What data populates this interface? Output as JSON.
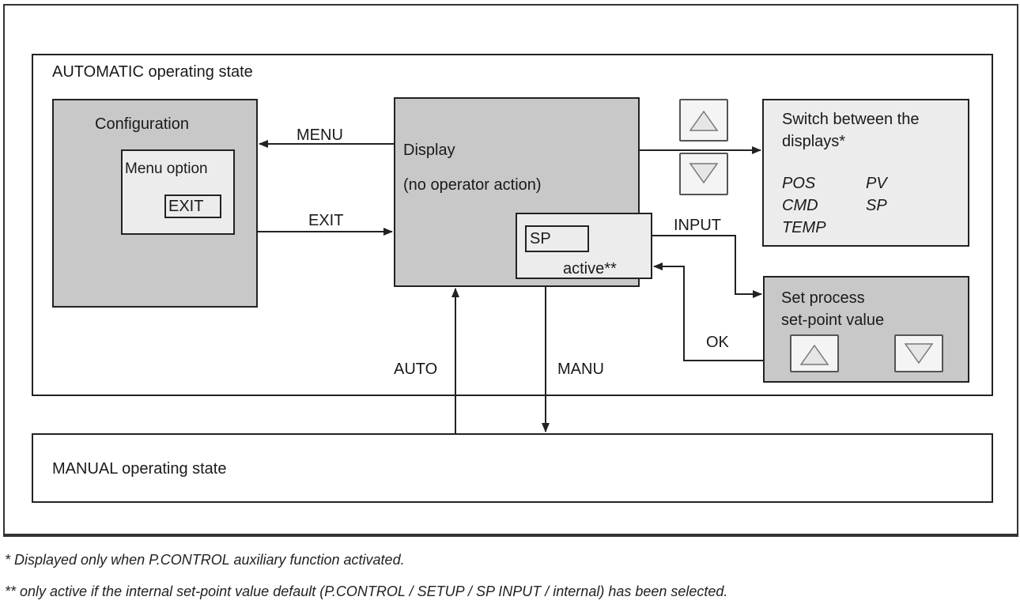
{
  "auto_state": {
    "title": "AUTOMATIC operating state"
  },
  "manual_state": {
    "title": "MANUAL operating state"
  },
  "configuration": {
    "title": "Configuration",
    "menu_option": "Menu option",
    "exit_key": "EXIT"
  },
  "display": {
    "title": "Display",
    "subtitle": "(no operator action)",
    "sp_key": "SP",
    "sp_active": "active**"
  },
  "switch_displays": {
    "title": "Switch between the",
    "title_line2": "displays*",
    "options": [
      "POS",
      "PV",
      "CMD",
      "SP",
      "TEMP"
    ]
  },
  "set_point": {
    "title": "Set process",
    "title_line2": "set-point value"
  },
  "arrows": {
    "menu": "MENU",
    "exit": "EXIT",
    "input": "INPUT",
    "ok": "OK",
    "auto": "AUTO",
    "manu": "MANU"
  },
  "footnotes": {
    "note1": "*  Displayed only when P.CONTROL auxiliary function activated.",
    "note2": "** only active if the internal set-point value default (P.CONTROL / SETUP / SP INPUT / internal) has been selected."
  },
  "colors": {
    "box_grey": "#c8c8c8",
    "box_light": "#ececec",
    "line": "#222222"
  },
  "icons": [
    "arrow-up-key-icon",
    "arrow-down-key-icon"
  ]
}
